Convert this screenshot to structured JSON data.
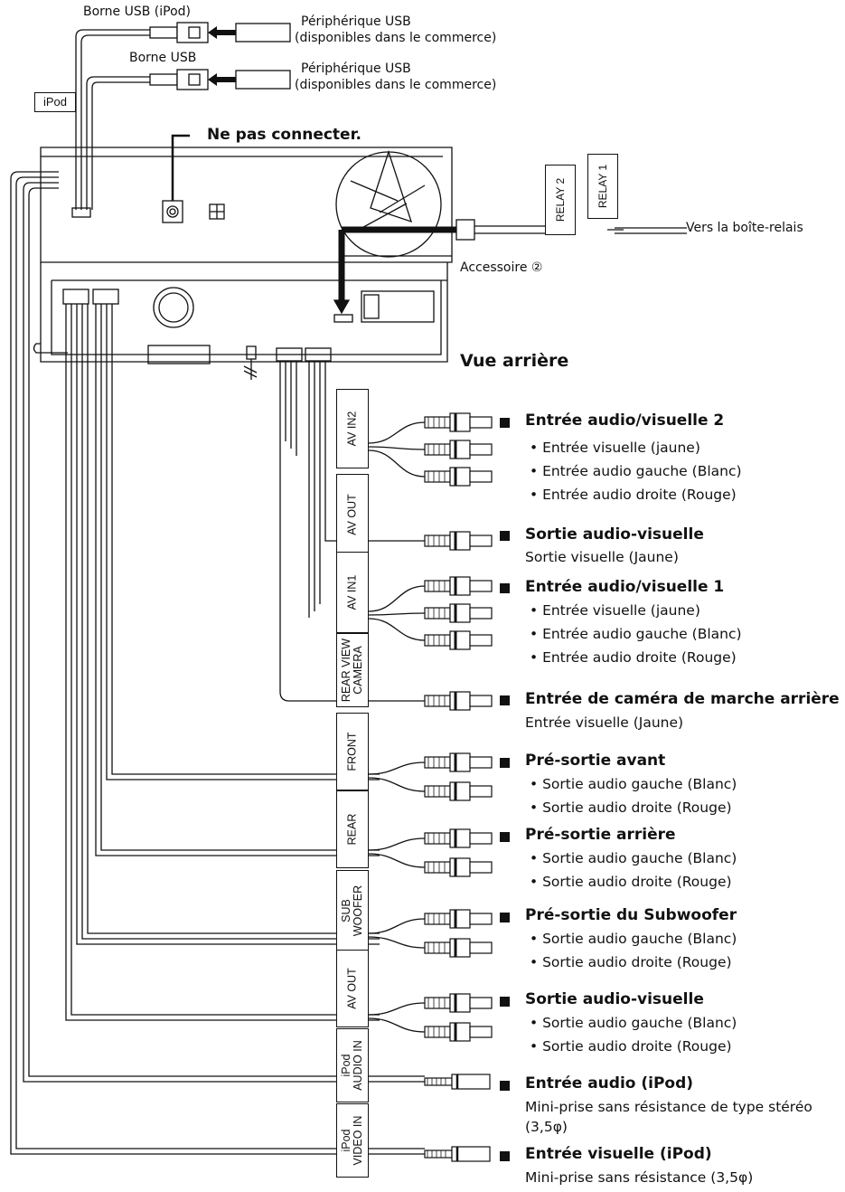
{
  "top": {
    "usb_ipod_label": "Borne USB (iPod)",
    "usb_label": "Borne USB",
    "usb_device_1": [
      "Périphérique USB",
      "(disponibles dans le commerce)"
    ],
    "usb_device_2": [
      "Périphérique USB",
      "(disponibles dans le commerce)"
    ],
    "ipod_tag": "iPod",
    "ne_pas_connecter": "Ne pas connecter.",
    "relay_1": "RELAY 1",
    "relay_2": "RELAY 2",
    "vers_boite": "Vers la boîte-relais",
    "accessoire": "Accessoire ②",
    "vue_arriere": "Vue arrière"
  },
  "cable_labels": {
    "av_in2": "AV IN2",
    "av_out_1": "AV OUT",
    "av_in1": "AV IN1",
    "rear_view_camera": [
      "REAR VIEW",
      "CAMERA"
    ],
    "front": "FRONT",
    "rear": "REAR",
    "sub_woofer": [
      "SUB",
      "WOOFER"
    ],
    "av_out_2": "AV OUT",
    "ipod_audio_in": [
      "iPod",
      "AUDIO IN"
    ],
    "ipod_video_in": [
      "iPod",
      "VIDEO IN"
    ]
  },
  "sections": [
    {
      "heading": "Entrée audio/visuelle 2",
      "lines": [
        "• Entrée visuelle (jaune)",
        "• Entrée audio gauche (Blanc)",
        "• Entrée audio droite (Rouge)"
      ]
    },
    {
      "heading": "Sortie audio-visuelle",
      "lines": [
        "Sortie visuelle (Jaune)"
      ]
    },
    {
      "heading": "Entrée audio/visuelle 1",
      "lines": [
        "• Entrée visuelle (jaune)",
        "• Entrée audio gauche (Blanc)",
        "• Entrée audio droite (Rouge)"
      ]
    },
    {
      "heading": "Entrée de caméra de marche arrière",
      "lines": [
        "Entrée visuelle (Jaune)"
      ]
    },
    {
      "heading": "Pré-sortie avant",
      "lines": [
        "• Sortie audio gauche (Blanc)",
        "• Sortie audio droite (Rouge)"
      ]
    },
    {
      "heading": "Pré-sortie arrière",
      "lines": [
        "• Sortie audio gauche (Blanc)",
        "• Sortie audio droite (Rouge)"
      ]
    },
    {
      "heading": "Pré-sortie du Subwoofer",
      "lines": [
        "• Sortie audio gauche (Blanc)",
        "• Sortie audio droite (Rouge)"
      ]
    },
    {
      "heading": "Sortie audio-visuelle",
      "lines": [
        "• Sortie audio gauche (Blanc)",
        "• Sortie audio droite (Rouge)"
      ]
    },
    {
      "heading": "Entrée audio (iPod)",
      "lines": [
        "Mini-prise sans résistance de type stéréo",
        "(3,5φ)"
      ]
    },
    {
      "heading": "Entrée visuelle (iPod)",
      "lines": [
        "Mini-prise sans résistance (3,5φ)"
      ]
    }
  ]
}
